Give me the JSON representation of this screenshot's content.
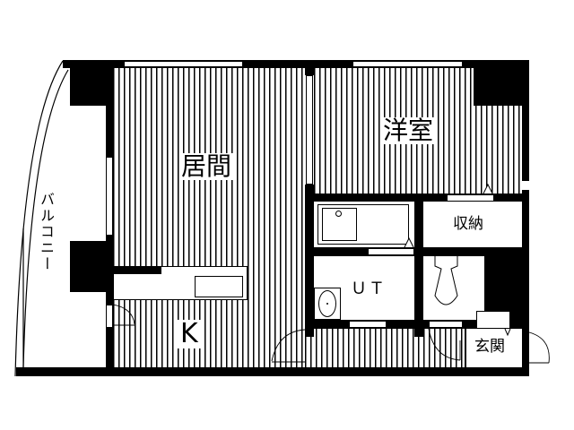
{
  "floor_plan": {
    "rooms": {
      "living": {
        "label": "居間"
      },
      "western_room": {
        "label": "洋室"
      },
      "storage": {
        "label": "収納"
      },
      "utility": {
        "label": "ＵＴ"
      },
      "kitchen": {
        "label": "K"
      },
      "entrance": {
        "label": "玄関"
      },
      "balcony": {
        "label": "バルコニー"
      }
    },
    "colors": {
      "wall": "#000000",
      "background": "#ffffff"
    }
  }
}
